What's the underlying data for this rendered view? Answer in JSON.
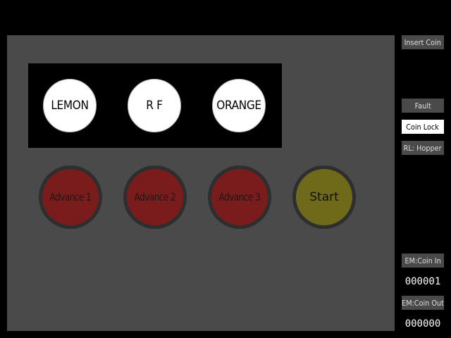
{
  "reels": [
    "LEMON",
    "R F",
    "ORANGE"
  ],
  "buttons": {
    "advance1": "Advance 1",
    "advance2": "Advance 2",
    "advance3": "Advance 3",
    "start": "Start"
  },
  "status": {
    "insert_coin": "Insert Coin",
    "fault": "Fault",
    "coin_lock": "Coin Lock",
    "rl_hopper": "RL: Hopper"
  },
  "meters": {
    "coin_in_label": "EM:Coin In",
    "coin_in_value": "000001",
    "coin_out_label": "EM:Coin Out",
    "coin_out_value": "000000"
  },
  "colors": {
    "panel": "#4a4a4a",
    "advance_button": "#7a1c1c",
    "start_button": "#6f6a1a",
    "reel_face": "#ffffff",
    "active_indicator": "#ffffff"
  }
}
